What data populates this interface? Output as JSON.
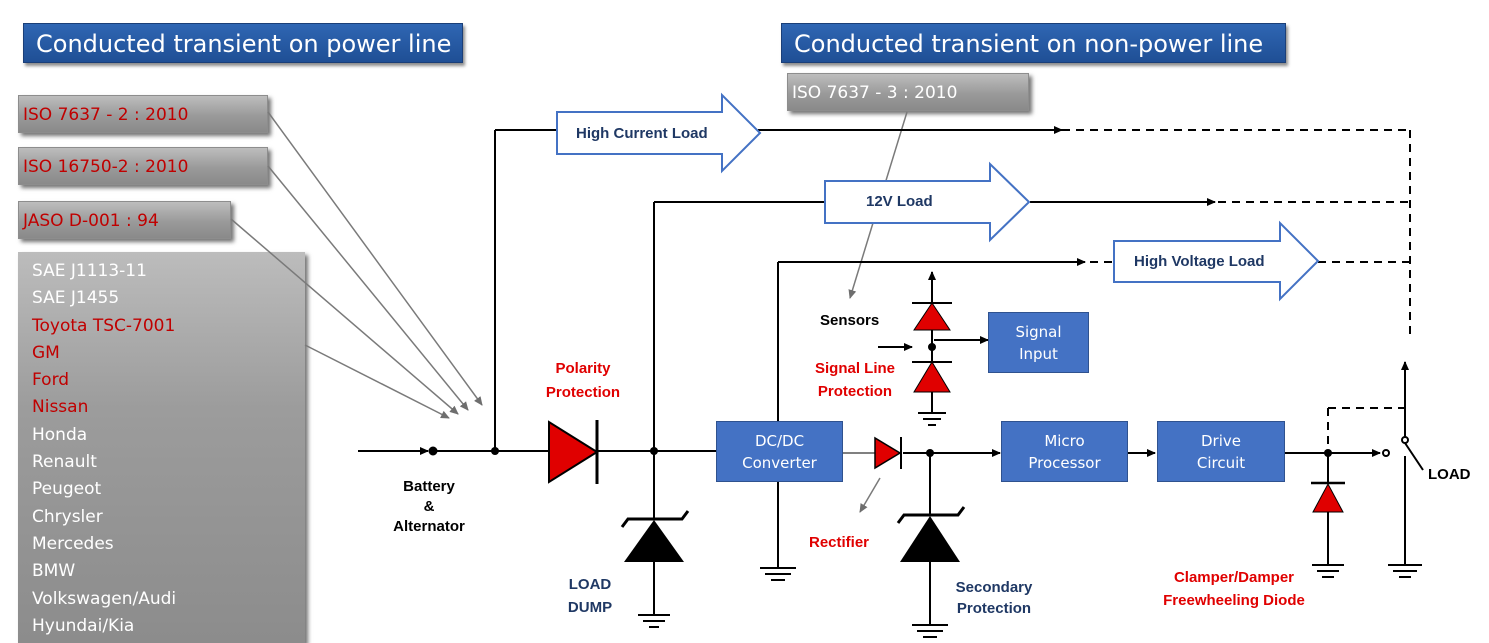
{
  "headers": {
    "power_line": "Conducted transient on power line",
    "non_power_line": "Conducted transient on non-power line"
  },
  "standards": {
    "iso_7637_2": "ISO 7637 - 2 : 2010",
    "iso_16750_2": "ISO 16750-2 : 2010",
    "jaso": "JASO D-001 : 94",
    "iso_7637_3": "ISO 7637 - 3 : 2010"
  },
  "standards_list": [
    {
      "text": "SAE J1113-11",
      "color": "#ffffff"
    },
    {
      "text": "SAE J1455",
      "color": "#ffffff"
    },
    {
      "text": "Toyota TSC-7001",
      "color": "#c00000"
    },
    {
      "text": "GM",
      "color": "#c00000"
    },
    {
      "text": "Ford",
      "color": "#c00000"
    },
    {
      "text": "Nissan",
      "color": "#c00000"
    },
    {
      "text": "Honda",
      "color": "#ffffff"
    },
    {
      "text": "Renault",
      "color": "#ffffff"
    },
    {
      "text": "Peugeot",
      "color": "#ffffff"
    },
    {
      "text": "Chrysler",
      "color": "#ffffff"
    },
    {
      "text": "Mercedes",
      "color": "#ffffff"
    },
    {
      "text": "BMW",
      "color": "#ffffff"
    },
    {
      "text": "Volkswagen/Audi",
      "color": "#ffffff"
    },
    {
      "text": "Hyundai/Kia",
      "color": "#ffffff"
    }
  ],
  "loads": {
    "high_current": "High Current Load",
    "v12": "12V Load",
    "high_voltage": "High Voltage Load"
  },
  "blocks": {
    "signal_input": "Signal Input",
    "dcdc": "DC/DC Converter",
    "micro": "Micro Processor",
    "drive": "Drive Circuit"
  },
  "labels": {
    "battery": "Battery",
    "amp": "&",
    "alternator": "Alternator",
    "polarity_1": "Polarity",
    "polarity_2": "Protection",
    "load_dump_1": "LOAD",
    "load_dump_2": "DUMP",
    "sensors": "Sensors",
    "signal_line_1": "Signal Line",
    "signal_line_2": "Protection",
    "rectifier": "Rectifier",
    "secondary_1": "Secondary",
    "secondary_2": "Protection",
    "clamper_1": "Clamper/Damper",
    "clamper_2": "Freewheeling Diode",
    "load": "LOAD"
  },
  "colors": {
    "header_blue": "#2f66b3",
    "block_blue": "#4472c4",
    "diode_red": "#e00000",
    "label_navy": "#1f3864",
    "label_red": "#e00000"
  }
}
